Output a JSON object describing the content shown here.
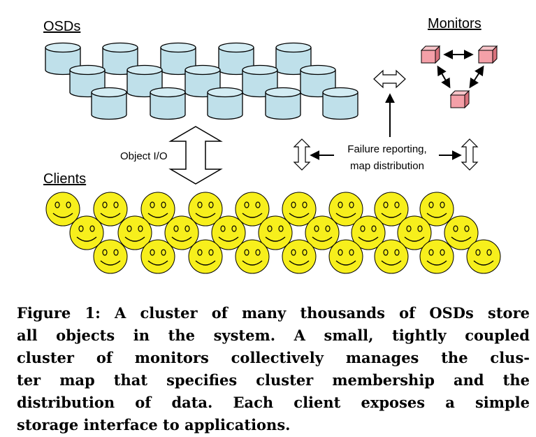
{
  "labels": {
    "osds": "OSDs",
    "monitors": "Monitors",
    "clients": "Clients",
    "object_io": "Object I/O",
    "failure_line1": "Failure reporting,",
    "failure_line2": "map distribution"
  },
  "caption": {
    "lines": [
      "Figure 1: A cluster of many thousands of OSDs store",
      "all objects in the system. A small, tightly coupled",
      "cluster of monitors collectively manages the clus-",
      "ter map that specifies cluster membership and the",
      "distribution of data. Each client exposes a simple",
      "storage interface to applications."
    ]
  },
  "colors": {
    "osd_fill": "#bfe0ea",
    "monitor_front": "#f4a0a8",
    "monitor_top": "#f8c4c9",
    "monitor_side": "#d9727c",
    "smiley_fill": "#f7ef1c"
  }
}
